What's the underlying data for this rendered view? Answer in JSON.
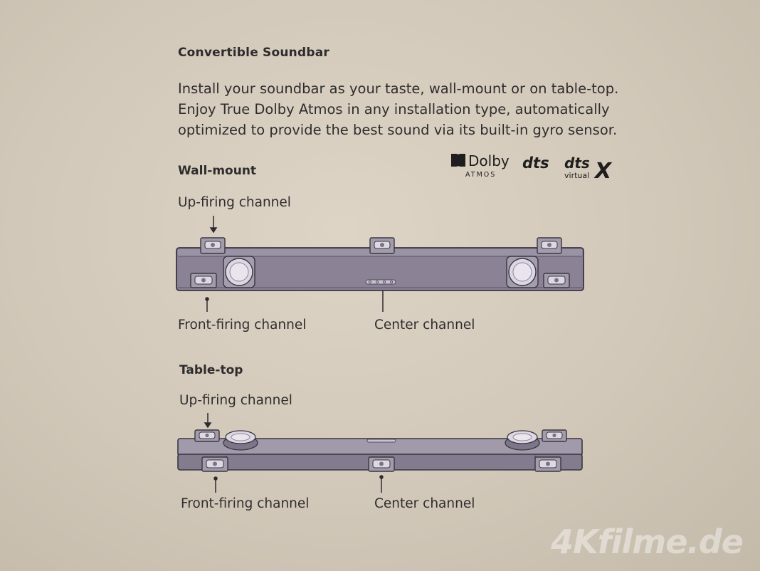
{
  "title": "Convertible Soundbar",
  "description": [
    "Install your soundbar as your taste, wall-mount or on table-top.",
    "Enjoy True Dolby Atmos in any installation type, automatically",
    "optimized to provide the best sound via its built-in gyro sensor."
  ],
  "logos": {
    "dolby": "Dolby",
    "atmos": "ATMOS",
    "dts": "dts",
    "dtsx_top": "dts",
    "dtsx_bottom": "virtual",
    "dtsx_x": "X"
  },
  "wall_mount": {
    "heading": "Wall-mount",
    "up_label": "Up-firing channel",
    "front_label": "Front-firing channel",
    "center_label": "Center channel"
  },
  "table_top": {
    "heading": "Table-top",
    "up_label": "Up-firing channel",
    "front_label": "Front-firing channel",
    "center_label": "Center channel"
  },
  "watermark": "4Kfilme.de",
  "colors": {
    "background": "#d6cdbf",
    "bar_fill": "#8d8497",
    "bar_stroke": "#3a3640",
    "text": "#2d2b2c"
  }
}
